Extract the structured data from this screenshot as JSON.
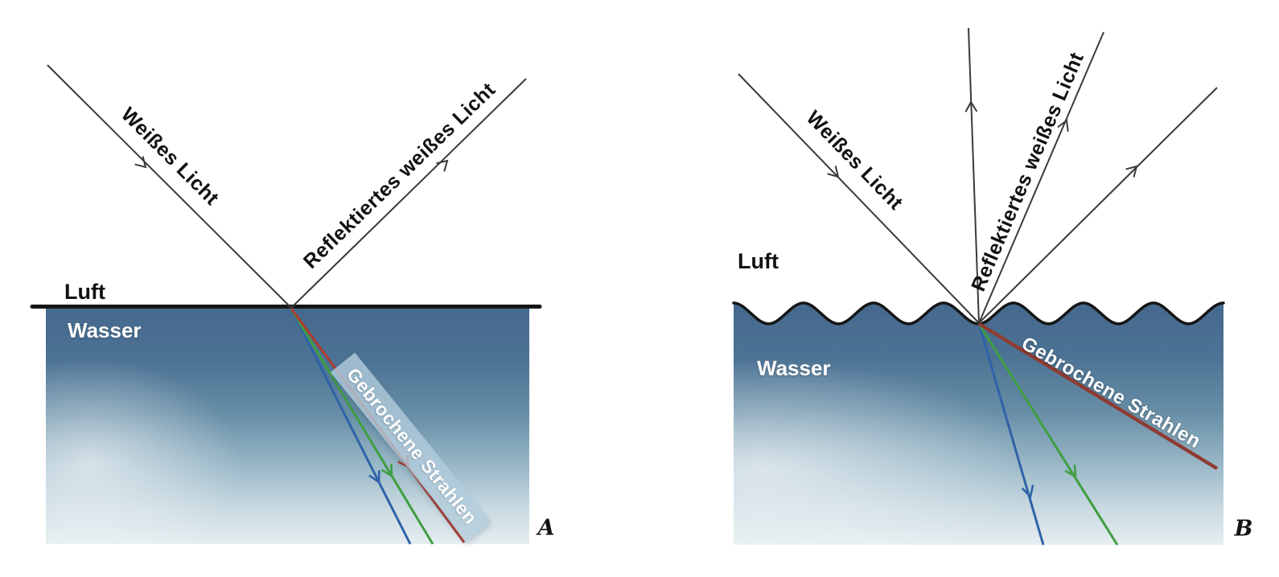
{
  "colors": {
    "ray_black": "#3a3a3a",
    "surface_line": "#161616",
    "ray_red_a": "#b03a2e",
    "ray_red_b": "#8e3c32",
    "ray_green": "#3f9e41",
    "ray_blue": "#2f62a8",
    "water_top": "#45698e",
    "water_mid": "#678ea6",
    "water_low": "#9cbac9",
    "water_bottom": "#e6eef1",
    "label_band_bg": "#b2ccdc"
  },
  "panel_a": {
    "figure_letter": "A",
    "air_label": "Luft",
    "water_label": "Wasser",
    "incident_ray_label": "Weißes Licht",
    "reflected_ray_label": "Reflektiertes weißes Licht",
    "refracted_rays_label": "Gebrochene Strahlen"
  },
  "panel_b": {
    "figure_letter": "B",
    "air_label": "Luft",
    "water_label": "Wasser",
    "incident_ray_label": "Weißes Licht",
    "reflected_ray_label": "Reflektiertes weißes Licht",
    "refracted_rays_label": "Gebrochene Strahlen"
  }
}
